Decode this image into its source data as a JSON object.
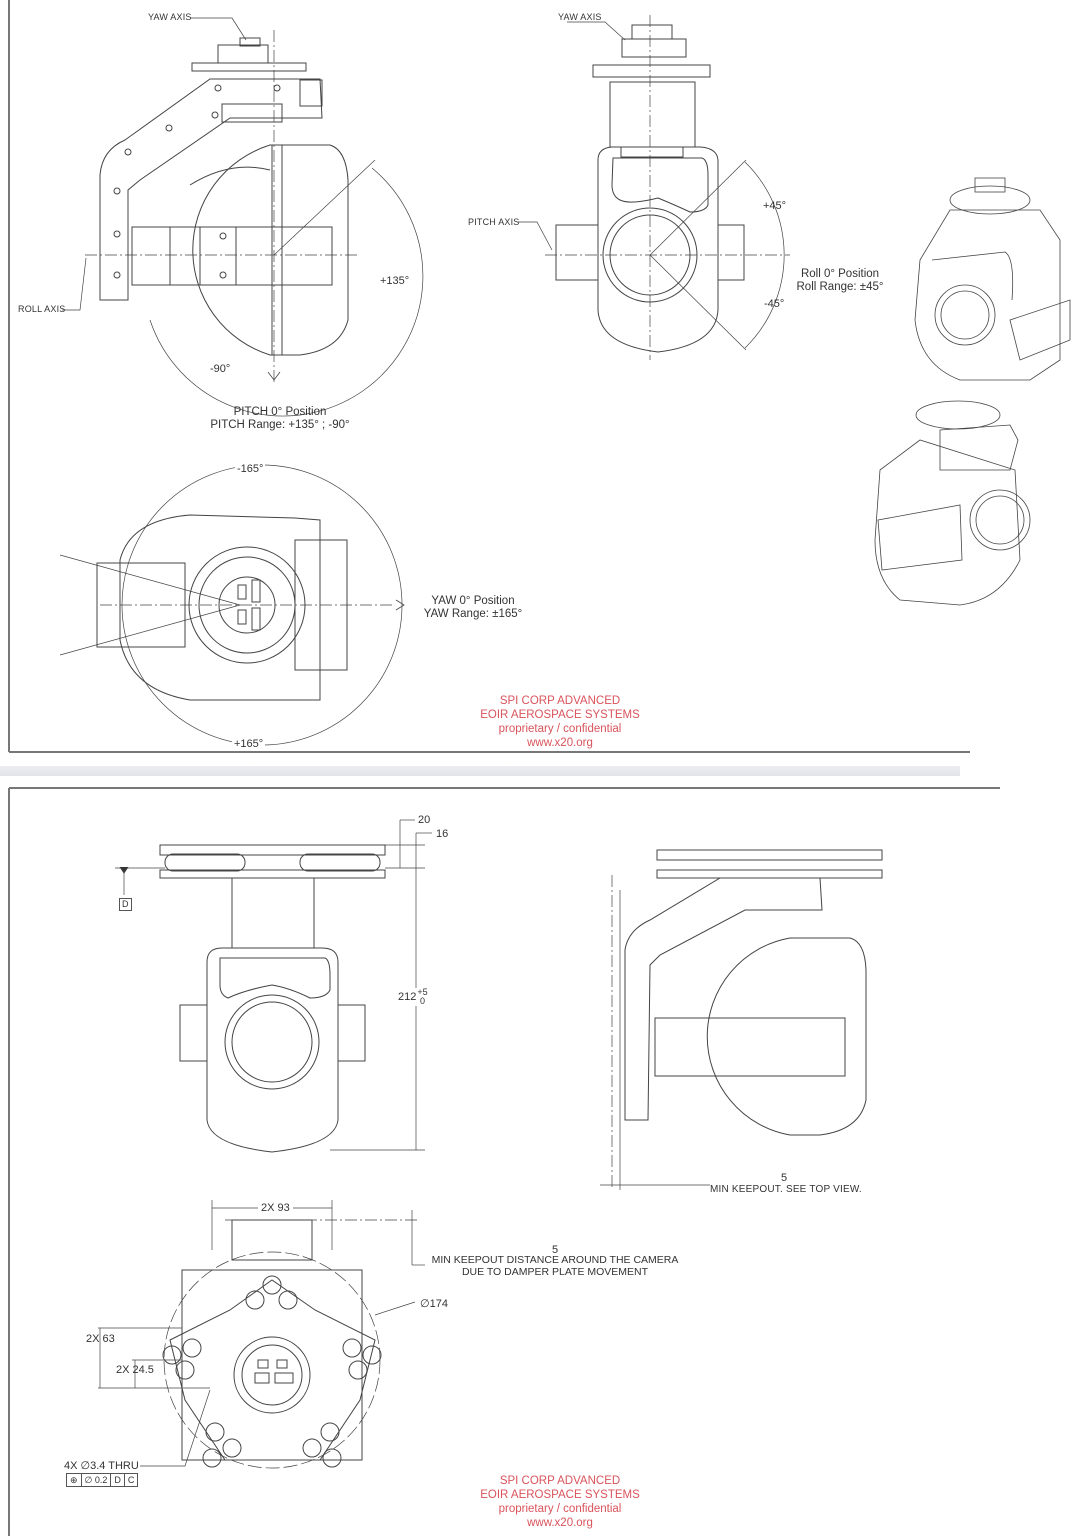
{
  "sheet_top": {
    "side_view": {
      "yaw_axis_label": "YAW AXIS",
      "roll_axis_label": "ROLL AXIS",
      "angle_pos": "+135°",
      "angle_neg": "-90°",
      "caption_line1": "PITCH 0° Position",
      "caption_line2": "PITCH Range: +135° ; -90°"
    },
    "front_view": {
      "yaw_axis_label": "YAW AXIS",
      "pitch_axis_label": "PITCH AXIS",
      "angle_pos": "+45°",
      "angle_neg": "-45°",
      "caption_line1": "Roll 0° Position",
      "caption_line2": "Roll Range: ±45°"
    },
    "top_view": {
      "angle_neg": "-165°",
      "angle_pos": "+165°",
      "caption_line1": "YAW 0° Position",
      "caption_line2": "YAW Range: ±165°"
    },
    "iso_views": [
      "isometric-view-front",
      "isometric-view-rear"
    ],
    "watermark": {
      "line1": "SPI CORP ADVANCED",
      "line2": "EOIR AEROSPACE SYSTEMS",
      "line3": "proprietary  /  confidential",
      "line4": "www.x20.org",
      "color": "#d9545c"
    }
  },
  "sheet_bottom": {
    "front_view": {
      "dim_damper_total": "20",
      "dim_damper_inner": "16",
      "dim_height": "212",
      "dim_height_tol_upper": "+5",
      "dim_height_tol_lower": "0",
      "datum_label": "D"
    },
    "side_view": {
      "dim_keepout": "5",
      "keepout_note": "MIN KEEPOUT. SEE TOP VIEW."
    },
    "top_view": {
      "dim_width": "2X 93",
      "dim_keepout": "5",
      "keepout_note_line1": "MIN KEEPOUT DISTANCE AROUND THE CAMERA",
      "keepout_note_line2": "DUE TO DAMPER PLATE MOVEMENT",
      "dim_diameter": "∅174",
      "dim_63": "2X 63",
      "dim_24_5": "2X 24.5",
      "hole_note": "4X  ∅3.4 THRU",
      "fcf": [
        "⊕",
        "∅ 0.2",
        "D",
        "C"
      ]
    },
    "watermark": {
      "line1": "SPI CORP ADVANCED",
      "line2": "EOIR AEROSPACE SYSTEMS",
      "line3": "proprietary  /  confidential",
      "line4": "www.x20.org",
      "color": "#d9545c"
    }
  }
}
